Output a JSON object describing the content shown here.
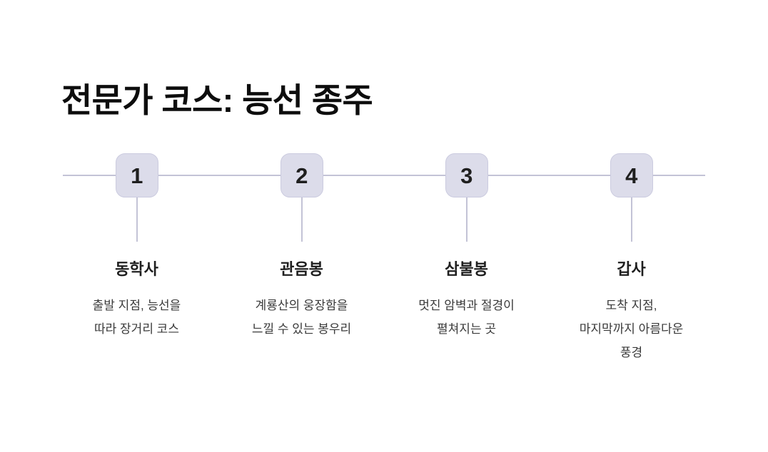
{
  "header": {
    "title": "전문가 코스: 능선 종주"
  },
  "colors": {
    "background": "#ffffff",
    "title_text": "#0d0d0d",
    "marker_fill": "#dcdcea",
    "marker_border": "#cbcbdf",
    "marker_number_text": "#1f1f1f",
    "connector_line": "#c3c3d6",
    "step_name_text": "#1f1f1f",
    "step_desc_text": "#3a3a3a"
  },
  "timeline": {
    "orientation": "horizontal",
    "steps": [
      {
        "number": "1",
        "name": "동학사",
        "description": "출발 지점, 능선을 따라 장거리 코스"
      },
      {
        "number": "2",
        "name": "관음봉",
        "description": "계룡산의 웅장함을 느낄 수 있는 봉우리"
      },
      {
        "number": "3",
        "name": "삼불봉",
        "description": "멋진 암벽과 절경이 펼쳐지는 곳"
      },
      {
        "number": "4",
        "name": "갑사",
        "description": "도착 지점, 마지막까지 아름다운 풍경"
      }
    ]
  }
}
